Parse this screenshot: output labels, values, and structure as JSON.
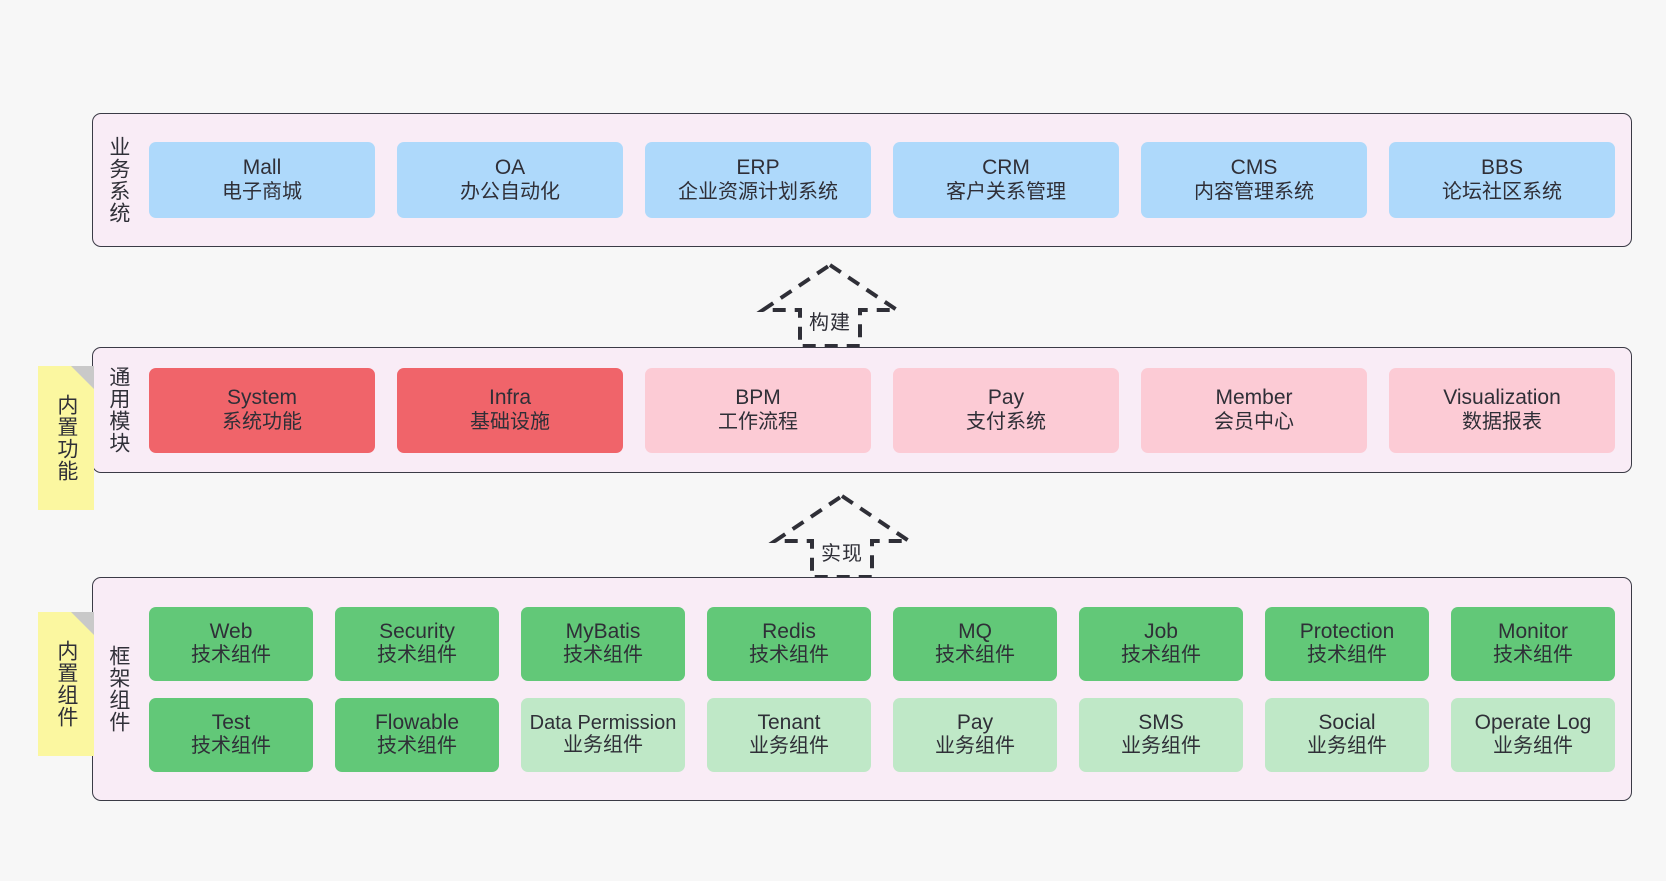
{
  "layers": [
    {
      "id": "business-systems",
      "title": "业务系统",
      "rows": [
        {
          "nodes": [
            {
              "name": "Mall",
              "sub": "电子商城",
              "style": "c-blue"
            },
            {
              "name": "OA",
              "sub": "办公自动化",
              "style": "c-blue"
            },
            {
              "name": "ERP",
              "sub": "企业资源计划系统",
              "style": "c-blue"
            },
            {
              "name": "CRM",
              "sub": "客户关系管理",
              "style": "c-blue"
            },
            {
              "name": "CMS",
              "sub": "内容管理系统",
              "style": "c-blue"
            },
            {
              "name": "BBS",
              "sub": "论坛社区系统",
              "style": "c-blue"
            }
          ]
        }
      ]
    },
    {
      "id": "common-modules",
      "title": "通用模块",
      "note": "内置功能",
      "rows": [
        {
          "nodes": [
            {
              "name": "System",
              "sub": "系统功能",
              "style": "c-red"
            },
            {
              "name": "Infra",
              "sub": "基础设施",
              "style": "c-red"
            },
            {
              "name": "BPM",
              "sub": "工作流程",
              "style": "c-pink"
            },
            {
              "name": "Pay",
              "sub": "支付系统",
              "style": "c-pink"
            },
            {
              "name": "Member",
              "sub": "会员中心",
              "style": "c-pink"
            },
            {
              "name": "Visualization",
              "sub": "数据报表",
              "style": "c-pink"
            }
          ]
        }
      ]
    },
    {
      "id": "framework-components",
      "title": "框架组件",
      "note": "内置组件",
      "rows": [
        {
          "nodes": [
            {
              "name": "Web",
              "sub": "技术组件",
              "style": "c-green"
            },
            {
              "name": "Security",
              "sub": "技术组件",
              "style": "c-green"
            },
            {
              "name": "MyBatis",
              "sub": "技术组件",
              "style": "c-green"
            },
            {
              "name": "Redis",
              "sub": "技术组件",
              "style": "c-green"
            },
            {
              "name": "MQ",
              "sub": "技术组件",
              "style": "c-green"
            },
            {
              "name": "Job",
              "sub": "技术组件",
              "style": "c-green"
            },
            {
              "name": "Protection",
              "sub": "技术组件",
              "style": "c-green"
            },
            {
              "name": "Monitor",
              "sub": "技术组件",
              "style": "c-green"
            }
          ]
        },
        {
          "nodes": [
            {
              "name": "Test",
              "sub": "技术组件",
              "style": "c-green"
            },
            {
              "name": "Flowable",
              "sub": "技术组件",
              "style": "c-green"
            },
            {
              "name": "Data Permission",
              "sub": "业务组件",
              "style": "c-greenlight"
            },
            {
              "name": "Tenant",
              "sub": "业务组件",
              "style": "c-greenlight"
            },
            {
              "name": "Pay",
              "sub": "业务组件",
              "style": "c-greenlight"
            },
            {
              "name": "SMS",
              "sub": "业务组件",
              "style": "c-greenlight"
            },
            {
              "name": "Social",
              "sub": "业务组件",
              "style": "c-greenlight"
            },
            {
              "name": "Operate Log",
              "sub": "业务组件",
              "style": "c-greenlight"
            }
          ]
        }
      ]
    }
  ],
  "connectors": [
    {
      "id": "build",
      "label": "构建"
    },
    {
      "id": "implement",
      "label": "实现"
    }
  ],
  "colors": {
    "panel_bg": "#f9ecf6",
    "panel_border": "#3b3b46",
    "note_bg": "#fbf7a0",
    "blue": "#aed9fb",
    "red": "#f0646a",
    "pink": "#fccbd5",
    "green": "#62c878",
    "green_light": "#bfe8c7",
    "canvas_bg": "#f7f7f7"
  }
}
